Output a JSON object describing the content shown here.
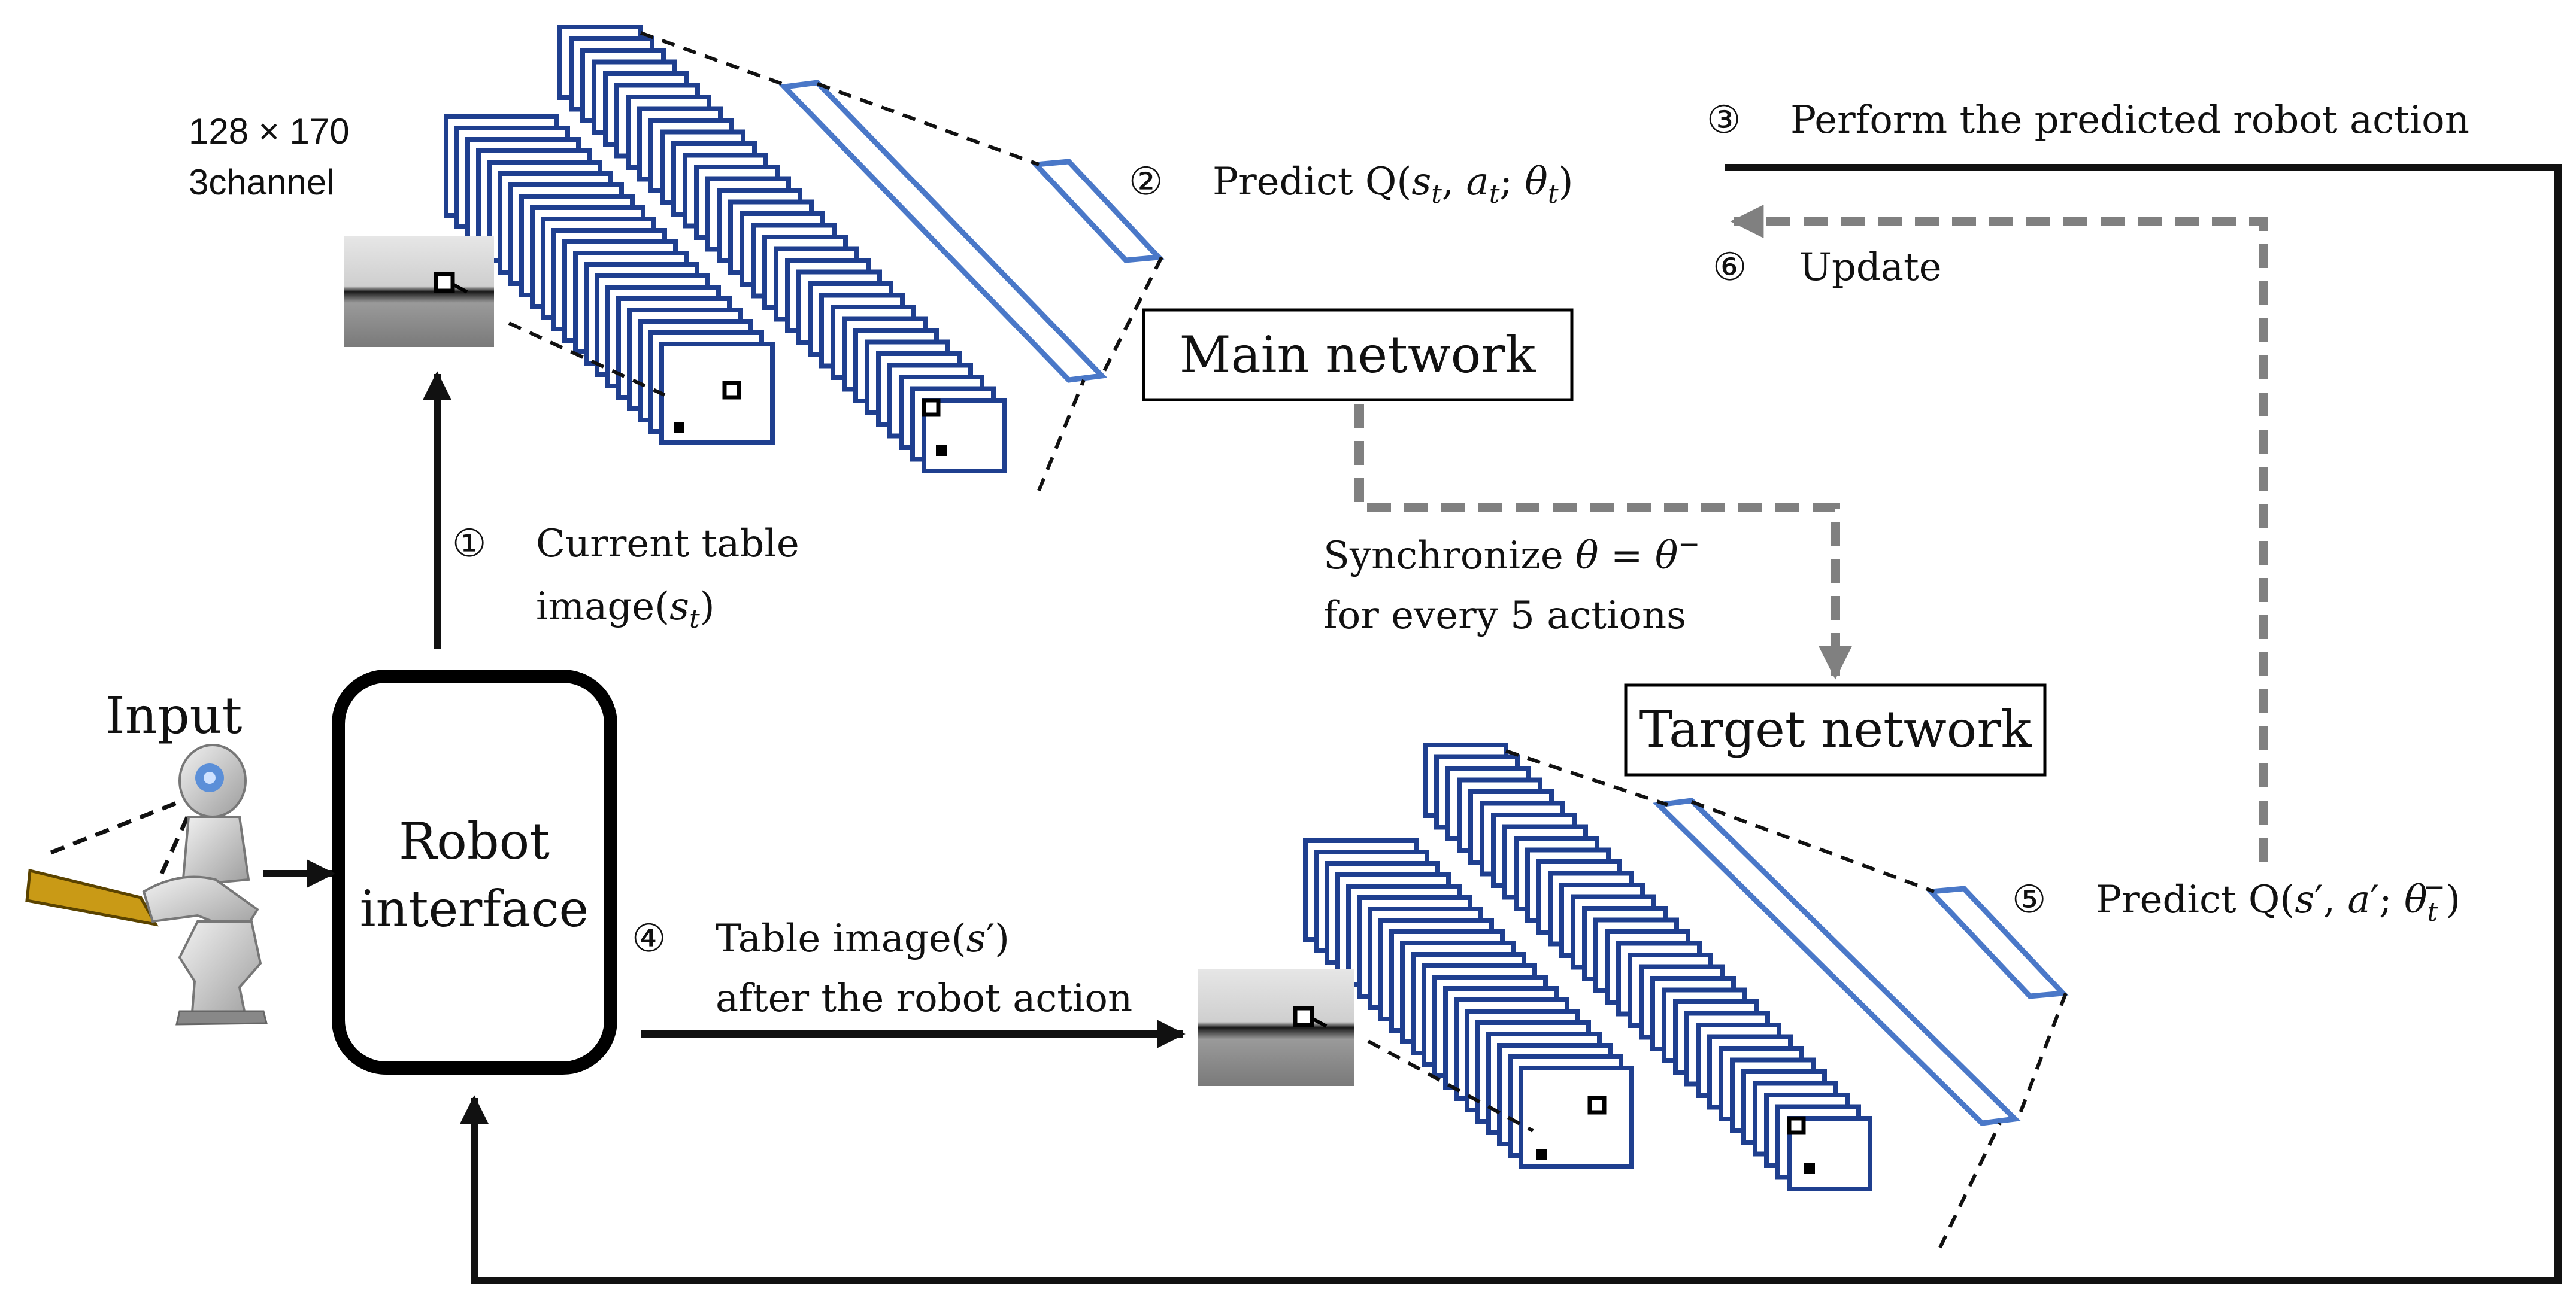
{
  "colors": {
    "ink": "#111111",
    "filter_blue": "#1f3f8f",
    "fc_blue": "#4a78c8",
    "dashed_gray": "#808080",
    "paddle_gold": "#c99a16"
  },
  "input_size": {
    "line1": "128 × 170",
    "line2": "3channel"
  },
  "input_label": "Input",
  "robot_interface": {
    "line1": "Robot",
    "line2": "interface"
  },
  "main_network": "Main network",
  "target_network": "Target network",
  "steps": {
    "s1": {
      "num": "①",
      "line1": "Current table",
      "line2_pre": "image(",
      "line2_var": "s",
      "line2_sub": "t",
      "line2_post": ")"
    },
    "s2": {
      "num": "②",
      "pre": "Predict Q(",
      "s": "s",
      "st": "t",
      "sep1": ", ",
      "a": "a",
      "at": "t",
      "sep2": "; ",
      "th": "θ",
      "tht": "t",
      "post": ")"
    },
    "s3": {
      "num": "③",
      "text": "Perform the predicted robot action"
    },
    "s4": {
      "num": "④",
      "line1_pre": "Table image(",
      "line1_var": "s",
      "line1_prime": "′",
      "line1_post": ")",
      "line2": "after the robot action"
    },
    "s5": {
      "num": "⑤",
      "pre": "Predict Q(",
      "s": "s",
      "sp": "′",
      "sep1": ", ",
      "a": "a",
      "ap": "′",
      "sep2": "; ",
      "th": "θ",
      "tht": "t",
      "thm": "−",
      "post": ")"
    },
    "s6": {
      "num": "⑥",
      "text": "Update"
    }
  },
  "sync": {
    "line1_pre": "Synchronize ",
    "theta": "θ",
    "eq": " = ",
    "theta2": "θ",
    "minus": "−",
    "line2": "for every 5 actions"
  }
}
